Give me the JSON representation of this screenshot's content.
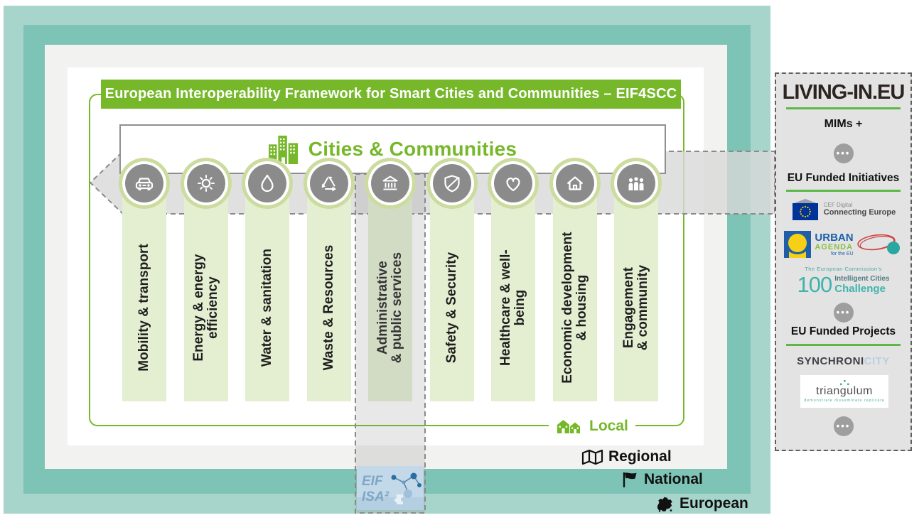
{
  "header": {
    "title": "European Interoperability Framework for Smart Cities and Communities – EIF4SCC"
  },
  "cities_box": {
    "title": "Cities & Communities",
    "icon": "city-buildings-icon"
  },
  "domains": [
    {
      "icon": "car-icon",
      "label": "Mobility & transport"
    },
    {
      "icon": "sun-icon",
      "label": "Energy & energy\nefficiency"
    },
    {
      "icon": "water-drop-icon",
      "label": "Water & sanitation"
    },
    {
      "icon": "recycle-icon",
      "label": "Waste & Resources"
    },
    {
      "icon": "bank-icon",
      "label": "Administrative\n& public services"
    },
    {
      "icon": "shield-icon",
      "label": "Safety & Security"
    },
    {
      "icon": "heart-icon",
      "label": "Healthcare & well-\nbeing"
    },
    {
      "icon": "house-icon",
      "label": "Economic development\n& housing"
    },
    {
      "icon": "people-icon",
      "label": "Engagement\n& community"
    }
  ],
  "levels": {
    "local": {
      "label": "Local",
      "icon": "houses-icon"
    },
    "regional": {
      "label": "Regional",
      "icon": "map-icon"
    },
    "national": {
      "label": "National",
      "icon": "flag-icon"
    },
    "european": {
      "label": "European",
      "icon": "europe-map-icon"
    }
  },
  "eif_badge": {
    "line1": "EIF",
    "line2": "ISA²"
  },
  "sidebar": {
    "living_logo": "LIVING-IN.EU",
    "mims": "MIMs +",
    "ellipsis": "•••",
    "initiatives_heading": "EU Funded Initiatives",
    "projects_heading": "EU Funded Projects",
    "cef": {
      "line1": "CEF Digital",
      "line2": "Connecting Europe"
    },
    "urban_agenda": {
      "word1": "URBAN",
      "word2": "AGENDA",
      "word3": "for the EU"
    },
    "icc": {
      "small": "The European Commission's",
      "number": "100",
      "line1": "Intelligent Cities",
      "line2": "Challenge"
    },
    "synchronicity": {
      "part1": "SYNCHRONI",
      "part2": "CITY"
    },
    "triangulum": {
      "name": "triangulum",
      "tagline": "demonstrate disseminate replicate"
    }
  },
  "colors": {
    "accent_green": "#76b82a",
    "column_green": "#e4efd2",
    "circle_gray": "#8b8b8b",
    "frame_teal_light": "#a7d4cb",
    "frame_teal_dark": "#7dc4b6",
    "frame_gray": "#f2f2f1",
    "sidebar_gray": "#e3e3e3",
    "underline_green": "#5cb947",
    "eu_blue": "#1e5fa8",
    "icc_teal": "#3fb3ac"
  }
}
